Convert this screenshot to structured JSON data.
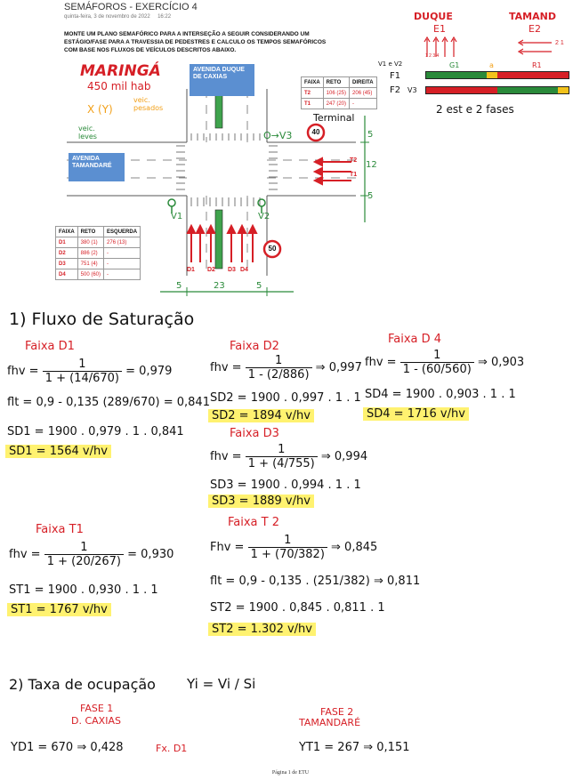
{
  "header": {
    "title": "SEMÁFOROS - EXERCÍCIO 4",
    "date": "quinta-feira, 3 de novembro de 2022",
    "time": "16:22",
    "statement": "MONTE UM PLANO SEMAFÓRICO PARA A INTERSEÇÃO A SEGUIR CONSIDERANDO UM ESTÁGIO/FASE PARA A TRAVESSIA DE PEDESTRES E CALCULO OS TEMPOS SEMAFÓRICOS COM BASE NOS FLUXOS DE VEÍCULOS DESCRITOS ABAIXO."
  },
  "notes": {
    "city": "MARINGÁ",
    "population": "450 mil hab",
    "xy": "X (Y)",
    "veic_pesados": "veic. pesados",
    "veic_leves": "veic. leves",
    "terminal": "Terminal",
    "v3_label": "O→V3",
    "v1": "V1",
    "v2": "V2",
    "speed_top": "40",
    "speed_bottom": "50",
    "dim_right_top": "5",
    "dim_right_mid": "12",
    "dim_right_bot": "5",
    "dim_bottom_left": "5",
    "dim_bottom_mid": "23",
    "dim_bottom_right": "5",
    "d_lanes": [
      "D1",
      "D2",
      "D3",
      "D4"
    ],
    "t_lanes": [
      "T2",
      "T1"
    ]
  },
  "roads": {
    "duque": "AVENIDA DUQUE DE CAXIAS",
    "tamandare": "AVENIDA TAMANDARÉ"
  },
  "table_t": {
    "headers": [
      "FAIXA",
      "RETO",
      "DIREITA"
    ],
    "rows": [
      {
        "faixa": "T2",
        "reto": "106 (25)",
        "direita": "206 (45)"
      },
      {
        "faixa": "T1",
        "reto": "247 (20)",
        "direita": "-"
      }
    ]
  },
  "table_d": {
    "headers": [
      "FAIXA",
      "RETO",
      "ESQUERDA"
    ],
    "rows": [
      {
        "faixa": "D1",
        "reto": "380 (1)",
        "esquerda": "276 (13)"
      },
      {
        "faixa": "D2",
        "reto": "886 (2)",
        "esquerda": "-"
      },
      {
        "faixa": "D3",
        "reto": "751 (4)",
        "esquerda": "-"
      },
      {
        "faixa": "D4",
        "reto": "500 (60)",
        "esquerda": "-"
      }
    ]
  },
  "stage_diagram": {
    "e1_title": "DUQUE",
    "e1": "E1",
    "e2_title": "TAMAND",
    "e2": "E2",
    "e1_lanes": "1 2 3 4",
    "e2_lanes": "2 1",
    "veiculos": "V1 e V2",
    "f1": "F1",
    "f2": "F2",
    "v3": "V3",
    "g1": "G1",
    "r1": "R1",
    "a": "a",
    "summary": "2 est e 2 fases"
  },
  "section1": {
    "title": "1) Fluxo de Saturação",
    "d1": {
      "faixa": "Faixa D1",
      "fhv_lhs": "fhv =",
      "fhv_num": "1",
      "fhv_den": "1 + (14/670)",
      "fhv_res": "= 0,979",
      "flt_lhs": "flt = 0,9 - 0,135",
      "flt_frac": "(289/670)",
      "flt_res": "= 0,841",
      "s_expr": "SD1 = 1900 . 0,979 . 1 . 0,841",
      "s_result": "SD1 = 1564 v/hv"
    },
    "d2": {
      "faixa": "Faixa D2",
      "fhv_lhs": "fhv =",
      "fhv_num": "1",
      "fhv_den": "1 - (2/886)",
      "fhv_res": "⇒ 0,997",
      "s_expr": "SD2 = 1900 . 0,997 . 1 . 1",
      "s_result": "SD2 = 1894 v/hv"
    },
    "d3": {
      "faixa": "Faixa D3",
      "fhv_lhs": "fhv =",
      "fhv_num": "1",
      "fhv_den": "1 + (4/755)",
      "fhv_res": "⇒ 0,994",
      "s_expr": "SD3 = 1900 . 0,994 . 1 . 1",
      "s_result": "SD3 = 1889 v/hv"
    },
    "d4": {
      "faixa": "Faixa D 4",
      "fhv_lhs": "fhv =",
      "fhv_num": "1",
      "fhv_den": "1 - (60/560)",
      "fhv_res": "⇒ 0,903",
      "s_expr": "SD4 = 1900 . 0,903 . 1 . 1",
      "s_result": "SD4 = 1716 v/hv"
    },
    "t1": {
      "faixa": "Faixa T1",
      "fhv_lhs": "fhv =",
      "fhv_num": "1",
      "fhv_den": "1 + (20/267)",
      "fhv_res": "= 0,930",
      "s_expr": "ST1 = 1900 . 0,930 . 1 . 1",
      "s_result": "ST1 = 1767 v/hv"
    },
    "t2": {
      "faixa": "Faixa T 2",
      "fhv_lhs": "Fhv =",
      "fhv_num": "1",
      "fhv_den": "1 + (70/382)",
      "fhv_res": "⇒ 0,845",
      "flt_lhs": "flt = 0,9 - 0,135 .",
      "flt_frac": "(251/382)",
      "flt_res": "⇒ 0,811",
      "s_expr": "ST2 = 1900 . 0,845 . 0,811 . 1",
      "s_result": "ST2 = 1.302 v/hv"
    }
  },
  "section2": {
    "title": "2) Taxa de ocupação",
    "formula": "Yi = Vi / Si",
    "fase1": "FASE 1",
    "fase1_sub": "D. CAXIAS",
    "fase2": "FASE 2",
    "fase2_sub": "TAMANDARÉ",
    "yd1": "YD1 = 670 ⇒ 0,428",
    "yd1_note": "Fx. D1",
    "yt1": "YT1 = 267 ⇒ 0,151"
  },
  "footer": {
    "page": "Página 1 de ETU"
  }
}
